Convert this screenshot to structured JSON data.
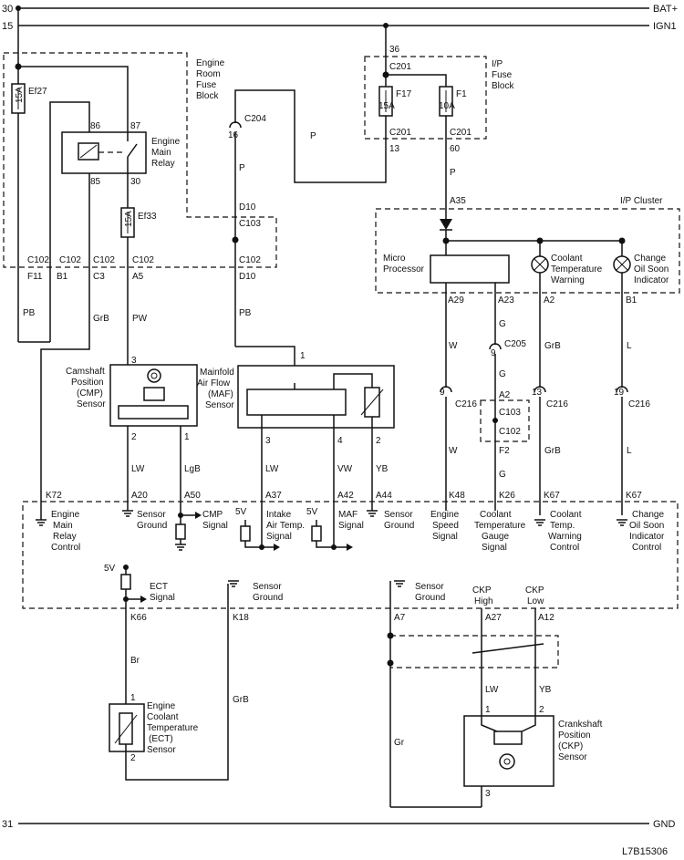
{
  "rails": {
    "bat_left": "30",
    "bat_right": "BAT+",
    "ign_left": "15",
    "ign_right": "IGN1",
    "gnd_left": "31",
    "gnd_right": "GND"
  },
  "engine_room_fuse_block": {
    "label_lines": [
      "Engine",
      "Room",
      "Fuse",
      "Block"
    ],
    "ef27": {
      "name": "Ef27",
      "rating": "15A"
    },
    "ef33": {
      "name": "Ef33",
      "rating": "15A"
    }
  },
  "main_relay": {
    "label_lines": [
      "Engine",
      "Main",
      "Relay"
    ],
    "pins": [
      "86",
      "87",
      "85",
      "30"
    ]
  },
  "ip_fuse_block": {
    "label_lines": [
      "I/P",
      "Fuse",
      "Block"
    ],
    "pin_top": "36",
    "connector_top": "C201",
    "f17": {
      "name": "F17",
      "rating": "15A"
    },
    "f1": {
      "name": "F1",
      "rating": "10A"
    },
    "connector_bottom_left": "C201",
    "pin_bottom_left": "13",
    "connector_bottom_right": "C201",
    "pin_bottom_right": "60"
  },
  "connectors": {
    "c204": "C204",
    "c204_pin": "16",
    "c103": "C103",
    "d10_top": "D10",
    "c102_labels": [
      "C102",
      "C102",
      "C102",
      "C102",
      "C102"
    ],
    "c102_pins": [
      "F11",
      "B1",
      "C3",
      "A5",
      "D10"
    ]
  },
  "wire_colors": {
    "pb_left": "PB",
    "grb_left": "GrB",
    "pw": "PW",
    "p1": "P",
    "p2": "P",
    "pb_mid": "PB",
    "p_right": "P",
    "lw_cmp": "LW",
    "lgb": "LgB",
    "lw_maf": "LW",
    "vw": "VW",
    "yb_maf": "YB",
    "w_top": "W",
    "g_top": "G",
    "grb_cool": "GrB",
    "l_top": "L",
    "w_bot": "W",
    "g_bot": "G",
    "grb_cool_bot": "GrB",
    "l_bot": "L",
    "br": "Br",
    "grb_ect": "GrB",
    "lw_ckp": "LW",
    "yb_ckp": "YB",
    "gr": "Gr"
  },
  "ip_cluster": {
    "label": "I/P Cluster",
    "pin_in": "A35",
    "micro_processor": [
      "Micro",
      "Processor"
    ],
    "coolant_warning": [
      "Coolant",
      "Temperature",
      "Warning"
    ],
    "change_oil": [
      "Change",
      "Oil Soon",
      "Indicator"
    ],
    "pins": [
      "A29",
      "A23",
      "A2",
      "B1"
    ]
  },
  "cluster_connectors": {
    "c205": "C205",
    "c205_pin": "9",
    "c216_labels": [
      "C216",
      "C216",
      "C216"
    ],
    "c216_pins": [
      "9",
      "13",
      "19"
    ],
    "c103_a2": "A2",
    "c103": "C103",
    "c102": "C102",
    "c102_f2": "F2"
  },
  "cmp_sensor": {
    "label_lines": [
      "Camshaft",
      "Position",
      "(CMP)",
      "Sensor"
    ],
    "pins": [
      "3",
      "2",
      "1"
    ]
  },
  "maf_sensor": {
    "label_lines": [
      "Mainfold",
      "Air Flow",
      "(MAF)",
      "Sensor"
    ],
    "pins": [
      "1",
      "3",
      "4",
      "2"
    ]
  },
  "ecm_pins": [
    "K72",
    "A20",
    "A50",
    "A37",
    "A42",
    "A44",
    "K48",
    "K26",
    "K67",
    "K67"
  ],
  "ecm_labels": {
    "relay_ctrl": [
      "Engine",
      "Main",
      "Relay",
      "Control"
    ],
    "sensor_ground_1": [
      "Sensor",
      "Ground"
    ],
    "cmp_signal": [
      "CMP",
      "Signal"
    ],
    "iat_signal": [
      "Intake",
      "Air Temp.",
      "Signal"
    ],
    "maf_signal": [
      "MAF",
      "Signal"
    ],
    "sensor_ground_2": [
      "Sensor",
      "Ground"
    ],
    "engine_speed": [
      "Engine",
      "Speed",
      "Signal"
    ],
    "coolant_gauge": [
      "Coolant",
      "Temperature",
      "Gauge",
      "Signal"
    ],
    "coolant_warn_ctrl": [
      "Coolant",
      "Temp.",
      "Warning",
      "Control"
    ],
    "oil_ctrl": [
      "Change",
      "Oil Soon",
      "Indicator",
      "Control"
    ],
    "ect_signal": [
      "ECT",
      "Signal"
    ],
    "sensor_ground_3": [
      "Sensor",
      "Ground"
    ],
    "sensor_ground_4": [
      "Sensor",
      "Ground"
    ],
    "ckp_high": [
      "CKP",
      "High"
    ],
    "ckp_low": [
      "CKP",
      "Low"
    ],
    "five_v": "5V"
  },
  "ecm_lower_pins": [
    "K66",
    "K18",
    "A7",
    "A27",
    "A12"
  ],
  "ect_sensor": {
    "label_lines": [
      "Engine",
      "Coolant",
      "Temperature",
      "(ECT)",
      "Sensor"
    ],
    "pins": [
      "1",
      "2"
    ]
  },
  "ckp_sensor": {
    "label_lines": [
      "Crankshaft",
      "Position",
      "(CKP)",
      "Sensor"
    ],
    "pins": [
      "1",
      "2",
      "3"
    ]
  },
  "diagram_id": "L7B15306"
}
